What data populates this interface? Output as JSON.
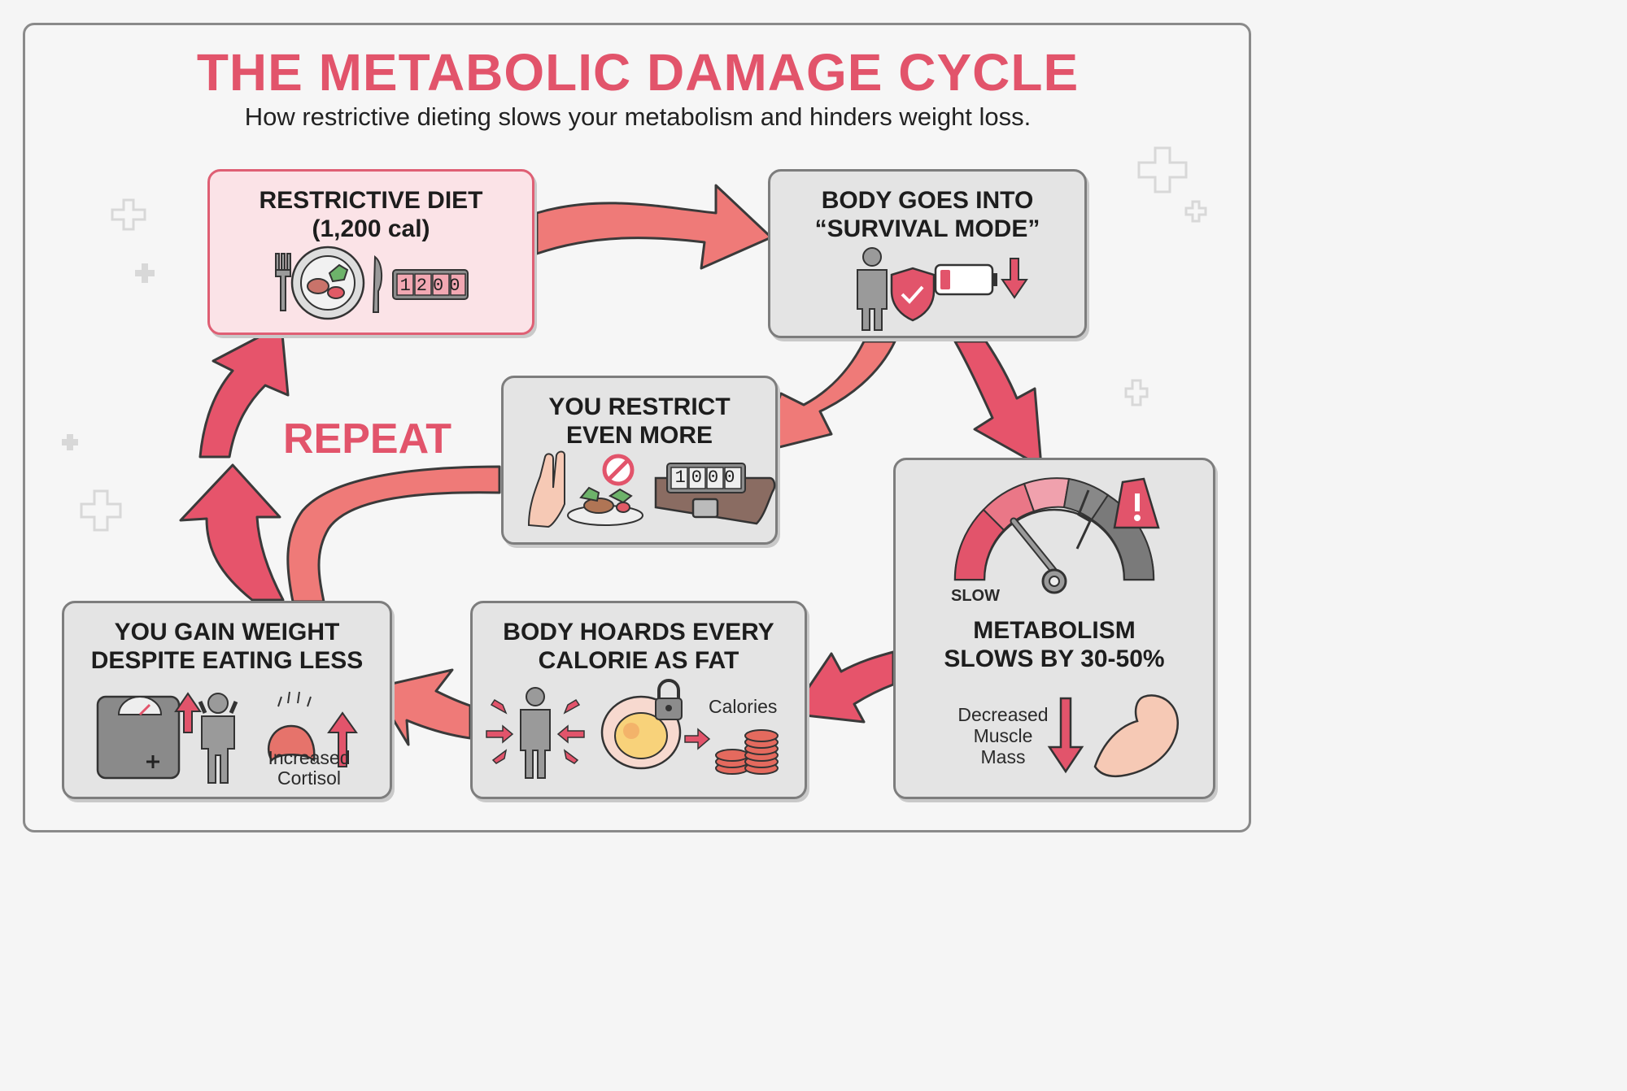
{
  "title": "THE METABOLIC DAMAGE CYCLE",
  "subtitle": "How restrictive dieting slows your metabolism and hinders weight loss.",
  "repeat_label": "REPEAT",
  "colors": {
    "accent": "#e2546b",
    "box_bg": "#e4e4e4",
    "box_pink_bg": "#fbe3e7",
    "arrow": "#ef7a78"
  },
  "steps": {
    "restrictive_diet": {
      "title_line1": "RESTRICTIVE DIET",
      "title_line2": "(1,200 cal)",
      "counter": "1200",
      "icons": [
        "fork-icon",
        "plate-icon",
        "knife-icon",
        "calorie-counter-icon"
      ]
    },
    "survival_mode": {
      "title_line1": "BODY GOES INTO",
      "title_line2": "“SURVIVAL MODE”",
      "icons": [
        "person-icon",
        "shield-check-icon",
        "low-battery-icon",
        "down-arrow-icon"
      ]
    },
    "restrict_more": {
      "title_line1": "YOU RESTRICT",
      "title_line2": "EVEN MORE",
      "counter": "1000",
      "icons": [
        "stop-hand-icon",
        "food-plate-icon",
        "no-symbol-icon",
        "belt-icon"
      ]
    },
    "metabolism_slows": {
      "title_line1": "METABOLISM",
      "title_line2": "SLOWS BY 30-50%",
      "gauge_label": "SLOW",
      "muscle_label_1": "Decreased",
      "muscle_label_2": "Muscle",
      "muscle_label_3": "Mass",
      "icons": [
        "speedometer-icon",
        "warning-icon",
        "down-arrow-icon",
        "flexed-arm-icon"
      ]
    },
    "hoards_fat": {
      "title_line1": "BODY HOARDS EVERY",
      "title_line2": "CALORIE AS FAT",
      "calories_label": "Calories",
      "icons": [
        "person-icon",
        "fat-cell-icon",
        "padlock-icon",
        "coin-stack-icon"
      ]
    },
    "gain_weight": {
      "title_line1": "YOU GAIN WEIGHT",
      "title_line2": "DESPITE EATING LESS",
      "cortisol_label_1": "Increased",
      "cortisol_label_2": "Cortisol",
      "icons": [
        "scale-icon",
        "up-arrow-icon",
        "stressed-person-icon",
        "adrenal-gland-icon"
      ]
    }
  }
}
